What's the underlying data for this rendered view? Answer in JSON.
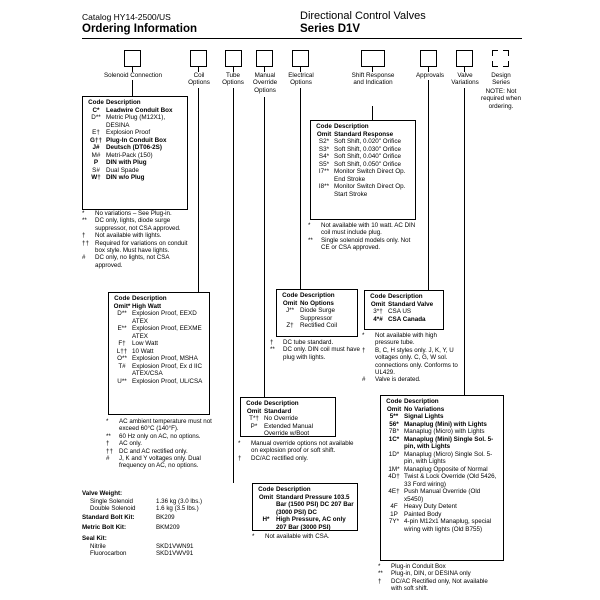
{
  "header": {
    "catalog": "Catalog HY14-2500/US",
    "title": "Ordering Information",
    "right_line1": "Directional Control Valves",
    "right_line2": "Series D1V"
  },
  "labels": {
    "solenoid": "Solenoid Connection",
    "coil": "Coil Options",
    "tube": "Tube Options",
    "manual": "Manual Override Options",
    "electrical": "Electrical Options",
    "shift": "Shift Response and Indication",
    "approvals": "Approvals",
    "valve": "Valve Variations",
    "design": "Design Series",
    "design_note": "NOTE: Not required when ordering."
  },
  "solenoid_table": {
    "h_code": "Code",
    "h_desc": "Description",
    "rows": [
      {
        "code": "C*",
        "desc": "Leadwire Conduit Box",
        "bold": true
      },
      {
        "code": "D**",
        "desc": "Metric Plug (M12X1), DESINA",
        "bold": false
      },
      {
        "code": "E†",
        "desc": "Explosion Proof",
        "bold": false
      },
      {
        "code": "G††",
        "desc": "Plug-In Conduit Box",
        "bold": true
      },
      {
        "code": "J#",
        "desc": "Deutsch (DT06-2S)",
        "bold": true
      },
      {
        "code": "M#",
        "desc": "Metri-Pack (150)",
        "bold": false
      },
      {
        "code": "P",
        "desc": "DIN with Plug",
        "bold": true
      },
      {
        "code": "S#",
        "desc": "Dual Spade",
        "bold": false
      },
      {
        "code": "W†",
        "desc": "DIN w/o Plug",
        "bold": true
      }
    ],
    "notes": [
      {
        "sym": "*",
        "text": "No variations – See Plug-in."
      },
      {
        "sym": "**",
        "text": "DC only, lights, diode surge suppressor, not CSA approved."
      },
      {
        "sym": "†",
        "text": "Not available with lights."
      },
      {
        "sym": "††",
        "text": "Required for variations on conduit box style. Must have lights."
      },
      {
        "sym": "#",
        "text": "DC only, no lights, not CSA approved."
      }
    ]
  },
  "coil_table": {
    "h_code": "Code",
    "h_desc": "Description",
    "rows": [
      {
        "code": "Omit*",
        "desc": "High Watt",
        "bold": true
      },
      {
        "code": "D**",
        "desc": "Explosion Proof, EEXD ATEX",
        "bold": false
      },
      {
        "code": "E**",
        "desc": "Explosion Proof, EEXME ATEX",
        "bold": false
      },
      {
        "code": "F†",
        "desc": "Low Watt",
        "bold": false
      },
      {
        "code": "L††",
        "desc": "10 Watt",
        "bold": false
      },
      {
        "code": "O**",
        "desc": "Explosion Proof, MSHA",
        "bold": false
      },
      {
        "code": "T#",
        "desc": "Explosion Proof, Ex d IIC ATEX/CSA",
        "bold": false
      },
      {
        "code": "U**",
        "desc": "Explosion Proof, UL/CSA",
        "bold": false
      }
    ],
    "notes": [
      {
        "sym": "*",
        "text": "AC ambient temperature must not exceed 60°C (140°F)."
      },
      {
        "sym": "**",
        "text": "60 Hz only on AC, no options."
      },
      {
        "sym": "†",
        "text": "AC only."
      },
      {
        "sym": "††",
        "text": "DC and AC rectified only."
      },
      {
        "sym": "#",
        "text": "J, K and Y voltages only. Dual frequency on AC, no options."
      }
    ]
  },
  "manual_table": {
    "h_code": "Code",
    "h_desc": "Description",
    "rows": [
      {
        "code": "Omit",
        "desc": "Standard",
        "bold": true
      },
      {
        "code": "T*†",
        "desc": "No Override",
        "bold": false
      },
      {
        "code": "P*",
        "desc": "Extended Manual Override w/Boot",
        "bold": false
      }
    ],
    "notes": [
      {
        "sym": "*",
        "text": "Manual override options not available on explosion proof or soft shift."
      },
      {
        "sym": "†",
        "text": "DC/AC rectified only."
      }
    ]
  },
  "tube_table": {
    "h_code": "Code",
    "h_desc": "Description",
    "rows": [
      {
        "code": "Omit",
        "desc": "Standard Pressure 103.5 Bar (1500 PSI) DC 207 Bar (3000 PSI) DC",
        "bold": true
      },
      {
        "code": "H*",
        "desc": "High Pressure, AC only 207 Bar (3000 PSI)",
        "bold": true
      }
    ],
    "notes": [
      {
        "sym": "*",
        "text": "Not available with CSA."
      }
    ]
  },
  "electrical_table": {
    "h_code": "Code",
    "h_desc": "Description",
    "rows": [
      {
        "code": "Omit",
        "desc": "No Options",
        "bold": true
      },
      {
        "code": "J**",
        "desc": "Diode Surge Suppressor",
        "bold": false
      },
      {
        "code": "Z†",
        "desc": "Rectified Coil",
        "bold": false
      }
    ],
    "notes": [
      {
        "sym": "†",
        "text": "DC tube standard."
      },
      {
        "sym": "**",
        "text": "DC only. DIN coil must have plug with lights."
      }
    ]
  },
  "shift_table": {
    "h_code": "Code",
    "h_desc": "Description",
    "rows": [
      {
        "code": "Omit",
        "desc": "Standard Response",
        "bold": true
      },
      {
        "code": "S2*",
        "desc": "Soft Shift, 0.020\" Orifice",
        "bold": false
      },
      {
        "code": "S3*",
        "desc": "Soft Shift, 0.030\" Orifice",
        "bold": false
      },
      {
        "code": "S4*",
        "desc": "Soft Shift, 0.040\" Orifice",
        "bold": false
      },
      {
        "code": "S5*",
        "desc": "Soft Shift, 0.050\" Orifice",
        "bold": false
      },
      {
        "code": "I7**",
        "desc": "Monitor Switch Direct Op. End Stroke",
        "bold": false
      },
      {
        "code": "I8**",
        "desc": "Monitor Switch Direct Op. Start Stroke",
        "bold": false
      }
    ],
    "notes": [
      {
        "sym": "*",
        "text": "Not available with 10 watt. AC DIN coil must include plug."
      },
      {
        "sym": "**",
        "text": "Single solenoid models only. Not CE or CSA approved."
      }
    ]
  },
  "approvals_table": {
    "h_code": "Code",
    "h_desc": "Description",
    "rows": [
      {
        "code": "Omit",
        "desc": "Standard Valve",
        "bold": true
      },
      {
        "code": "3*†",
        "desc": "CSA US",
        "bold": false
      },
      {
        "code": "4*#",
        "desc": "CSA Canada",
        "bold": true
      }
    ],
    "notes": [
      {
        "sym": "*",
        "text": "Not available with high pressure tube."
      },
      {
        "sym": "†",
        "text": "B, C, H styles only. J, K, Y, U voltages only. C, G, W sol. connections only. Conforms to UL429."
      },
      {
        "sym": "#",
        "text": "Valve is derated."
      }
    ]
  },
  "variations_table": {
    "h_code": "Code",
    "h_desc": "Description",
    "rows": [
      {
        "code": "Omit",
        "desc": "No Variations",
        "bold": true
      },
      {
        "code": "5**",
        "desc": "Signal Lights",
        "bold": true
      },
      {
        "code": "56*",
        "desc": "Manaplug (Mini) with Lights",
        "bold": true
      },
      {
        "code": "7B*",
        "desc": "Manaplug (Micro) with Lights",
        "bold": false
      },
      {
        "code": "1C*",
        "desc": "Manaplug (Mini) Single Sol. 5-pin, with Lights",
        "bold": true
      },
      {
        "code": "1D*",
        "desc": "Manaplug (Micro) Single Sol. 5-pin, with Lights",
        "bold": false
      },
      {
        "code": "1M*",
        "desc": "Manaplug Opposite of Normal",
        "bold": false
      },
      {
        "code": "4D†",
        "desc": "Twist & Lock Override (Old 5426, 33 Ford wiring)",
        "bold": false
      },
      {
        "code": "4E†",
        "desc": "Push Manual Override (Old x5450)",
        "bold": false
      },
      {
        "code": "4F",
        "desc": "Heavy Duty Detent",
        "bold": false
      },
      {
        "code": "1P",
        "desc": "Painted Body",
        "bold": false
      },
      {
        "code": "7Y*",
        "desc": "4-pin M12x1 Manaplug, special wiring with lights (Old B755)",
        "bold": false
      }
    ],
    "notes": [
      {
        "sym": "*",
        "text": "Plug-in Conduit Box"
      },
      {
        "sym": "**",
        "text": "Plug-in, DIN, or DESINA only"
      },
      {
        "sym": "†",
        "text": "DC/AC Rectified only, Not available with soft shift."
      }
    ]
  },
  "specs": {
    "valve_weight_label": "Valve Weight:",
    "single_label": "Single Solenoid",
    "single_value": "1.36 kg (3.0 lbs.)",
    "double_label": "Double Solenoid",
    "double_value": "1.6 kg (3.5 lbs.)",
    "std_bolt_label": "Standard Bolt Kit:",
    "std_bolt_value": "BK209",
    "metric_bolt_label": "Metric Bolt Kit:",
    "metric_bolt_value": "BKM209",
    "seal_label": "Seal Kit:",
    "nitrile_label": "Nitrile",
    "nitrile_value": "SKD1VWN91",
    "fluoro_label": "Fluorocarbon",
    "fluoro_value": "SKD1VWV91"
  }
}
